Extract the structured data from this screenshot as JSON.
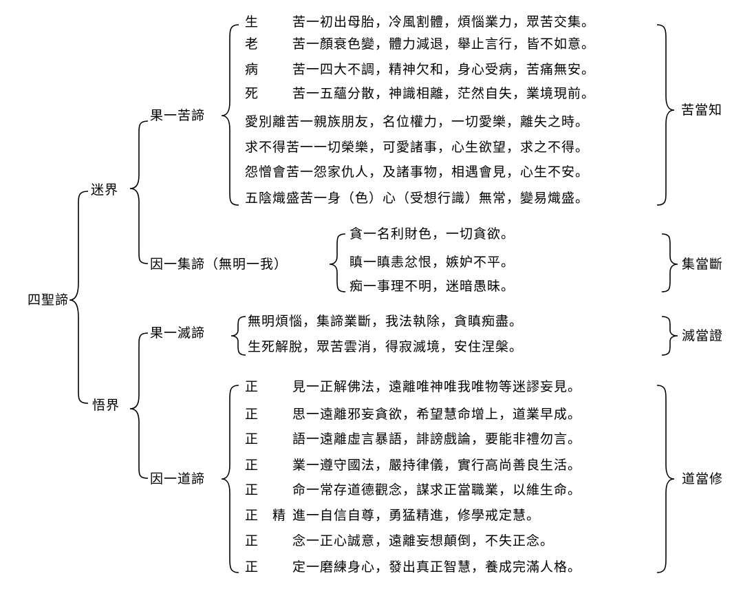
{
  "root": {
    "label": "四聖諦"
  },
  "realms": {
    "mi": {
      "label": "迷界"
    },
    "wu": {
      "label": "悟界"
    }
  },
  "truths": {
    "suffering": {
      "label": "果一苦諦",
      "conclusion": "苦當知",
      "rows": [
        {
          "head": "生",
          "text": "苦一初出母胎，冷風割體，煩惱業力，眾苦交集。"
        },
        {
          "head": "老",
          "text": "苦一顏衰色變，體力減退，舉止言行，皆不如意。"
        },
        {
          "head": "病",
          "text": "苦一四大不調，精神欠和，身心受病，苦痛無安。"
        },
        {
          "head": "死",
          "text": "苦一五蘊分散，神識相離，茫然自失，業境現前。"
        },
        {
          "head": "",
          "text": "愛別離苦一親族朋友，名位權力，一切愛樂，離失之時。"
        },
        {
          "head": "",
          "text": "求不得苦一一切榮樂，可愛諸事，心生欲望，求之不得。"
        },
        {
          "head": "",
          "text": "怨憎會苦一怨家仇人，及諸事物，相遇會見，心生不安。"
        },
        {
          "head": "",
          "text": "五陰熾盛苦一身（色）心（受想行識）無常，變易熾盛。"
        }
      ]
    },
    "origin": {
      "label": "因一集諦（無明一我）",
      "conclusion": "集當斷",
      "rows": [
        {
          "text": "貪一名利財色，一切貪欲。"
        },
        {
          "text": "瞋一瞋恚忿恨，嫉妒不平。"
        },
        {
          "text": "痴一事理不明，迷暗愚昧。"
        }
      ]
    },
    "cessation": {
      "label": "果一滅諦",
      "conclusion": "滅當證",
      "rows": [
        {
          "text": "無明煩惱，集諦業斷，我法執除，貪瞋痴盡。"
        },
        {
          "text": "生死解脫，眾苦雲消，得寂滅境，安住涅槃。"
        }
      ]
    },
    "path": {
      "label": "因一道諦",
      "conclusion": "道當修",
      "rows": [
        {
          "head": "正",
          "sub": "",
          "text": "見一正解佛法，遠離唯神唯我唯物等迷謬妄見。"
        },
        {
          "head": "正",
          "sub": "",
          "text": "思一遠離邪妄貪欲，希望慧命增上，道業早成。"
        },
        {
          "head": "正",
          "sub": "",
          "text": "語一遠離虛言暴語，誹謗戲論，要能非禮勿言。"
        },
        {
          "head": "正",
          "sub": "",
          "text": "業一遵守國法，嚴持律儀，實行高尚善良生活。"
        },
        {
          "head": "正",
          "sub": "",
          "text": "命一常存道德觀念，謀求正當職業，以維生命。"
        },
        {
          "head": "正",
          "sub": "精",
          "text": "進一自信自尊，勇猛精進，修學戒定慧。"
        },
        {
          "head": "正",
          "sub": "",
          "text": "念一正心誠意，遠離妄想顛倒，不失正念。"
        },
        {
          "head": "正",
          "sub": "",
          "text": "定一磨練身心，發出真正智慧，養成完滿人格。"
        }
      ]
    }
  }
}
